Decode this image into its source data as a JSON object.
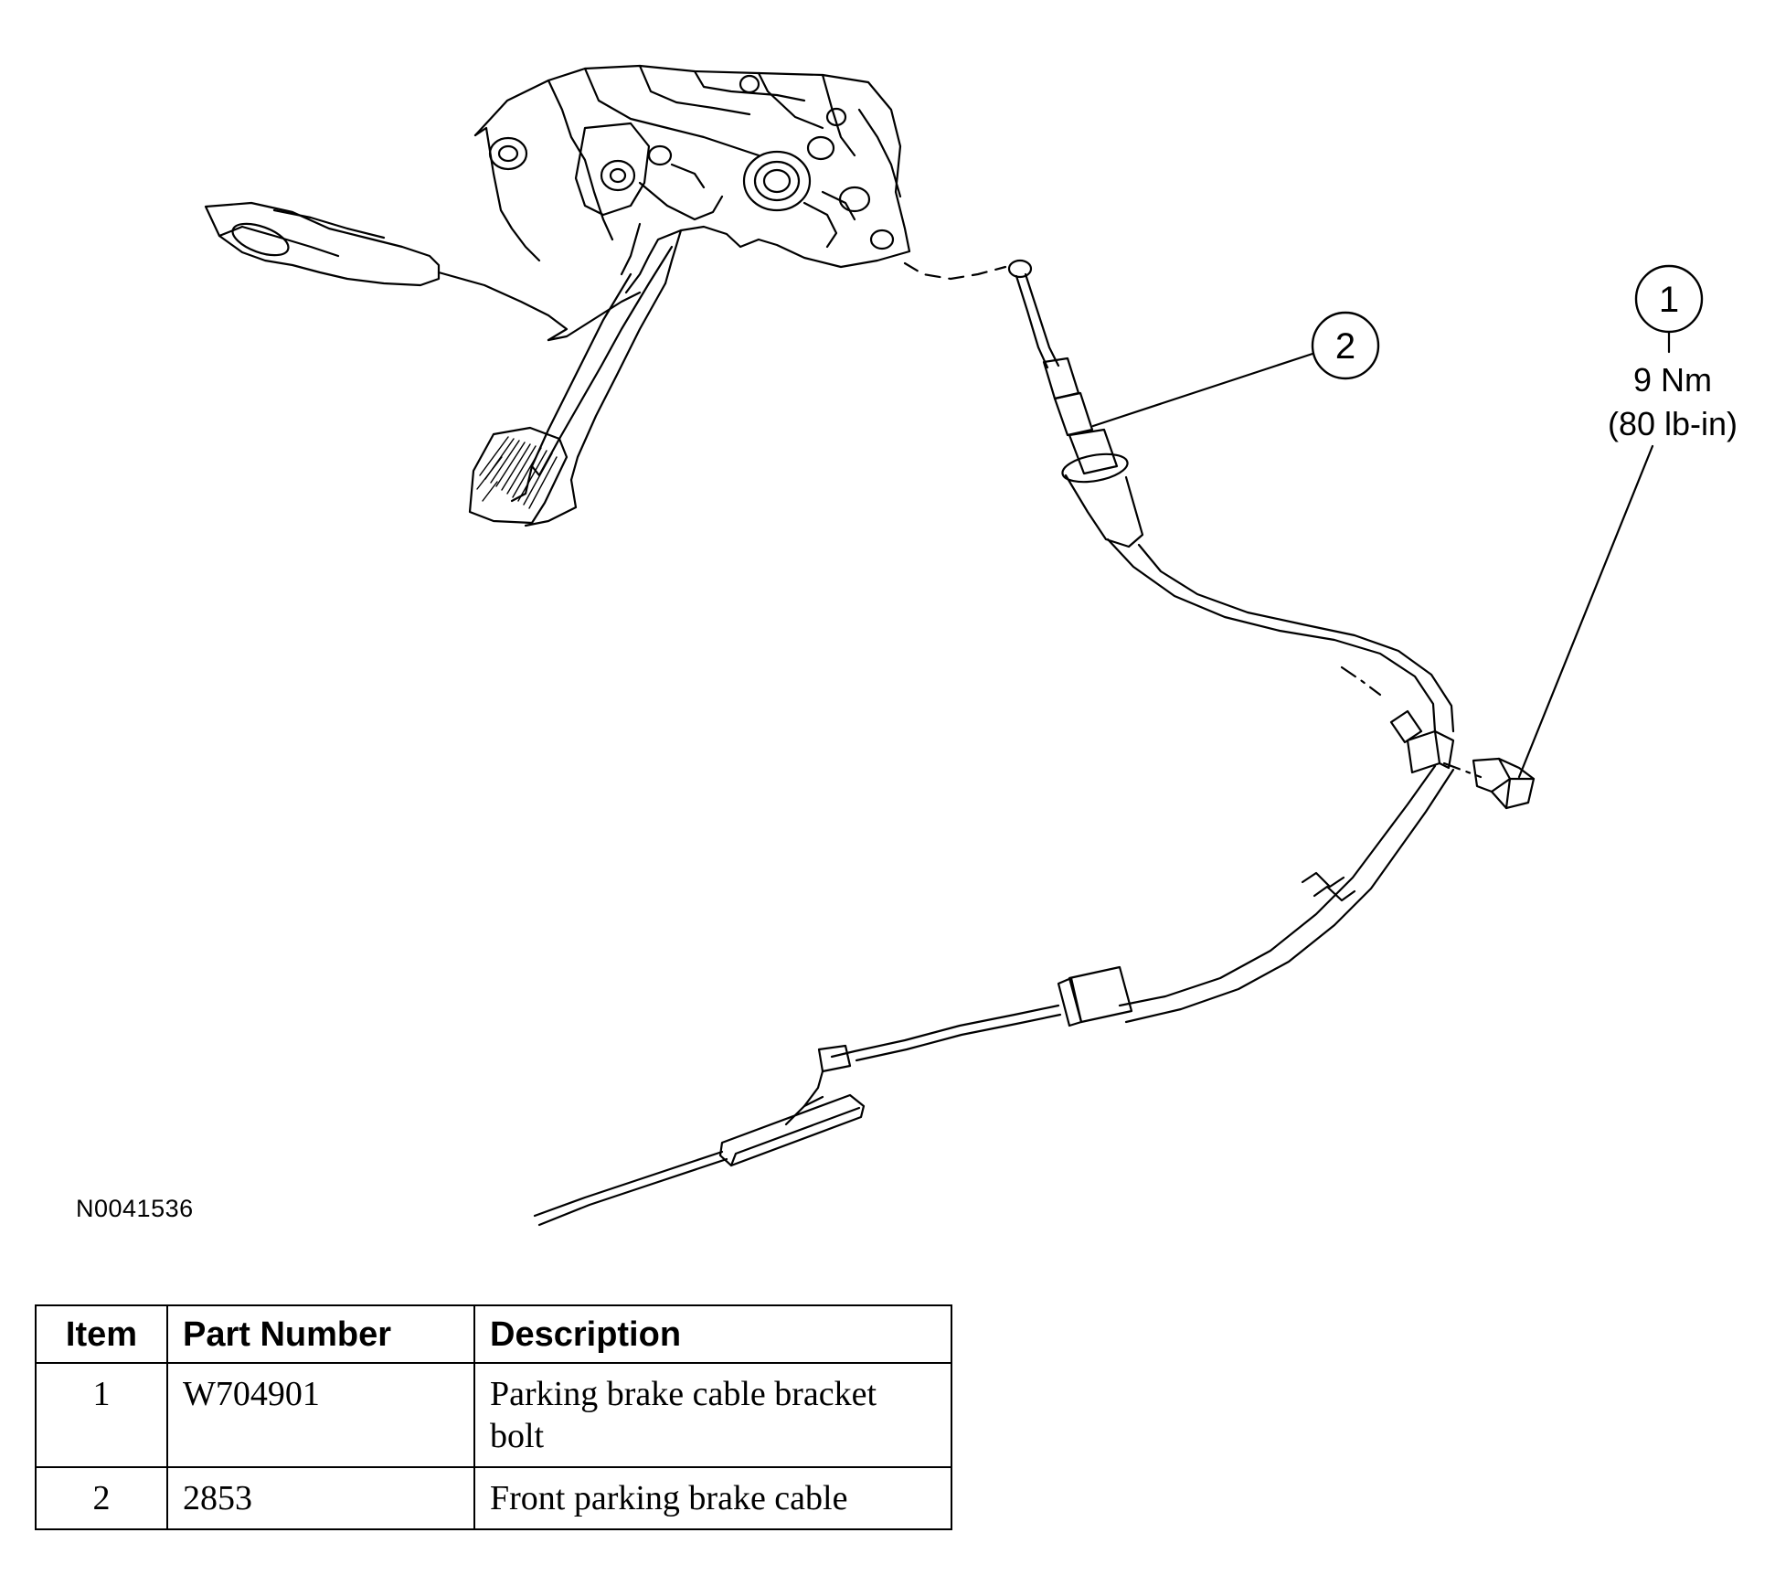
{
  "figure": {
    "id": "N0041536"
  },
  "callouts": [
    {
      "number": "1",
      "torque_metric": "9 Nm",
      "torque_imperial": "(80 lb-in)"
    },
    {
      "number": "2"
    }
  ],
  "parts_table": {
    "headers": [
      "Item",
      "Part Number",
      "Description"
    ],
    "rows": [
      {
        "item": "1",
        "part_number": "W704901",
        "description": "Parking brake cable bracket bolt"
      },
      {
        "item": "2",
        "part_number": "2853",
        "description": "Front parking brake cable"
      }
    ]
  }
}
